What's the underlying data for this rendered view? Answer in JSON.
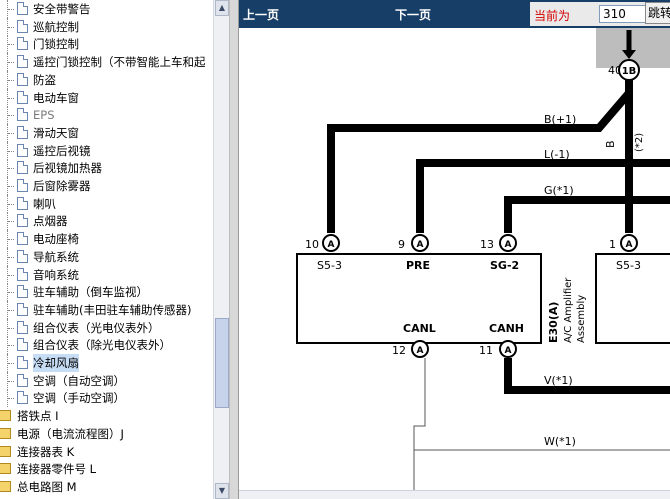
{
  "sidebar": {
    "items": [
      {
        "label": "安全带警告",
        "top": 0
      },
      {
        "label": "巡航控制"
      },
      {
        "label": "门锁控制"
      },
      {
        "label": "遥控门锁控制（不带智能上车和起"
      },
      {
        "label": "防盗"
      },
      {
        "label": "电动车窗"
      },
      {
        "label": "EPS",
        "gray": true
      },
      {
        "label": "滑动天窗"
      },
      {
        "label": "遥控后视镜"
      },
      {
        "label": "后视镜加热器"
      },
      {
        "label": "后窗除雾器"
      },
      {
        "label": "喇叭"
      },
      {
        "label": "点烟器"
      },
      {
        "label": "电动座椅"
      },
      {
        "label": "导航系统"
      },
      {
        "label": "音响系统"
      },
      {
        "label": "驻车辅助（倒车监视）"
      },
      {
        "label": "驻车辅助(丰田驻车辅助传感器)"
      },
      {
        "label": "组合仪表（光电仪表外）"
      },
      {
        "label": "组合仪表（除光电仪表外）"
      },
      {
        "label": "冷却风扇",
        "selected": true
      },
      {
        "label": "空调（自动空调）"
      },
      {
        "label": "空调（手动空调）"
      }
    ],
    "folders": [
      {
        "label": "搭铁点 I"
      },
      {
        "label": "电源（电流流程图）J"
      },
      {
        "label": "连接器表 K"
      },
      {
        "label": "连接器零件号 L"
      },
      {
        "label": "总电路图 M"
      }
    ]
  },
  "toolbar": {
    "prev_label": "上一页",
    "next_label": "下一页",
    "current_label": "当前为",
    "page_value": "310",
    "jump_label": "跳转"
  },
  "diagram": {
    "top_connector": {
      "pin": "40",
      "code": "1B"
    },
    "wires": [
      "B(+1)",
      "L(-1)",
      "G(*1)",
      "V(*1)",
      "W(*1)",
      "B",
      "(*2)"
    ],
    "left_box": {
      "pins_top": [
        {
          "num": "10",
          "name": "S5-3"
        },
        {
          "num": "9",
          "name": "PRE"
        },
        {
          "num": "13",
          "name": "SG-2"
        }
      ],
      "pins_bottom": [
        {
          "num": "12",
          "name": "CANL"
        },
        {
          "num": "11",
          "name": "CANH"
        }
      ]
    },
    "right_box": {
      "pins_top": [
        {
          "num": "1",
          "name": "S5-3"
        }
      ]
    },
    "component_id": "E30(A)",
    "component_name_1": "A/C Amplifier",
    "component_name_2": "Assembly"
  }
}
